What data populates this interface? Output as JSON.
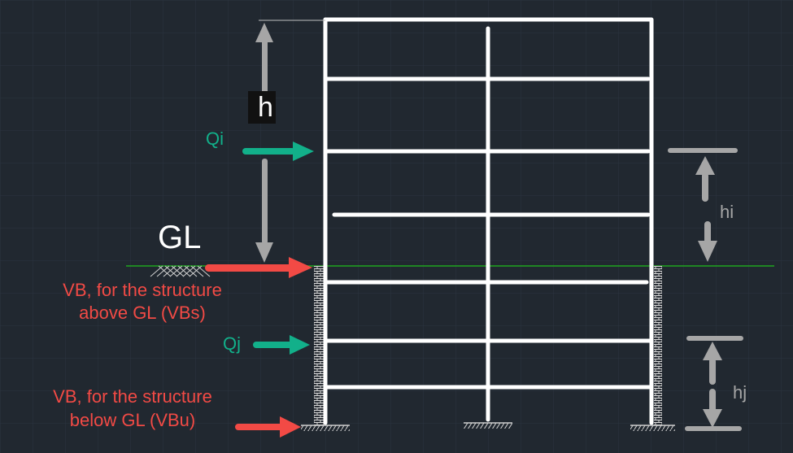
{
  "labels": {
    "h": "h",
    "qi": "Qi",
    "qj": "Qj",
    "gl": "GL",
    "hi": "hi",
    "hj": "hj",
    "vbs_line1": "VB, for the structure",
    "vbs_line2": "above GL (VBs)",
    "vbu_line1": "VB, for the structure",
    "vbu_line2": "below GL (VBu)"
  },
  "colors": {
    "background": "#212830",
    "frame": "#ffffff",
    "dimension": "#a6a6a6",
    "load_arrow": "#12b08a",
    "base_shear": "#f24a45",
    "ground_line": "#1fa51f"
  }
}
